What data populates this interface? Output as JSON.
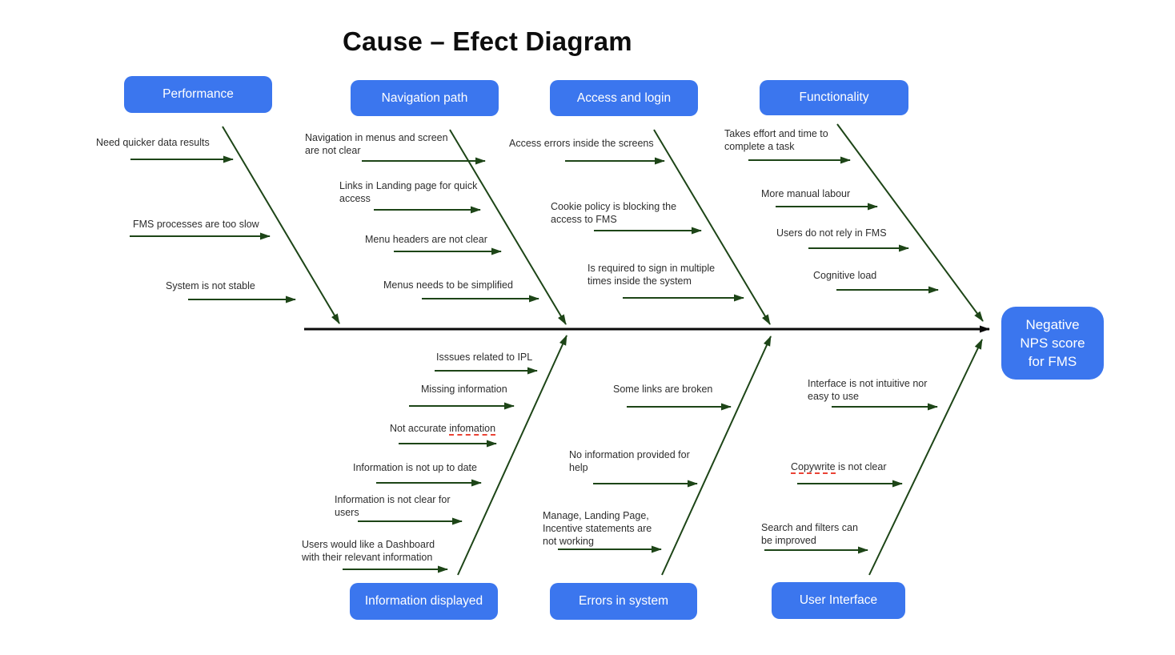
{
  "title": "Cause – Efect Diagram",
  "effect_label": "Negative NPS score for FMS",
  "colors": {
    "category_box_blue": "#3b76ee",
    "box_text_white": "#ffffff",
    "bone_arrow_green": "#1d4517",
    "spine_black": "#0a0a0a",
    "spellcheck_red": "#ea4335"
  },
  "categories": {
    "performance": {
      "label": "Performance",
      "causes": [
        "Need quicker data results",
        "FMS processes are too slow",
        "System is not stable"
      ]
    },
    "navigation_path": {
      "label": "Navigation path",
      "causes": [
        "Navigation in menus and screen are not clear",
        "Links in Landing page for quick access",
        "Menu headers are not clear",
        "Menus needs to be simplified"
      ]
    },
    "access_and_login": {
      "label": "Access and login",
      "causes": [
        "Access errors inside the screens",
        "Cookie policy is blocking the access to FMS",
        "Is required to sign in multiple times inside the system"
      ]
    },
    "functionality": {
      "label": "Functionality",
      "causes": [
        "Takes effort and time to complete a task",
        "More manual labour",
        "Users do not rely in FMS",
        "Cognitive load"
      ]
    },
    "information_displayed": {
      "label": "Information displayed",
      "causes": [
        "Isssues related to IPL",
        "Missing information",
        "Not accurate infomation",
        "Information is not up to date",
        "Information is not clear for users",
        "Users would like a Dashboard with their relevant information"
      ]
    },
    "errors_in_system": {
      "label": "Errors in system",
      "causes": [
        "Some links are broken",
        "No information provided for help",
        "Manage, Landing Page, Incentive statements are not working"
      ]
    },
    "user_interface": {
      "label": "User Interface",
      "causes": [
        "Interface is not intuitive nor easy to use",
        "Copywrite is not clear",
        "Search and filters can be improved"
      ]
    }
  },
  "spellcheck_segments": {
    "not_accurate_prefix": "Not accurate ",
    "not_accurate_word": "infomation",
    "copywrite_word": "Copywrite",
    "copywrite_suffix": " is not clear"
  }
}
